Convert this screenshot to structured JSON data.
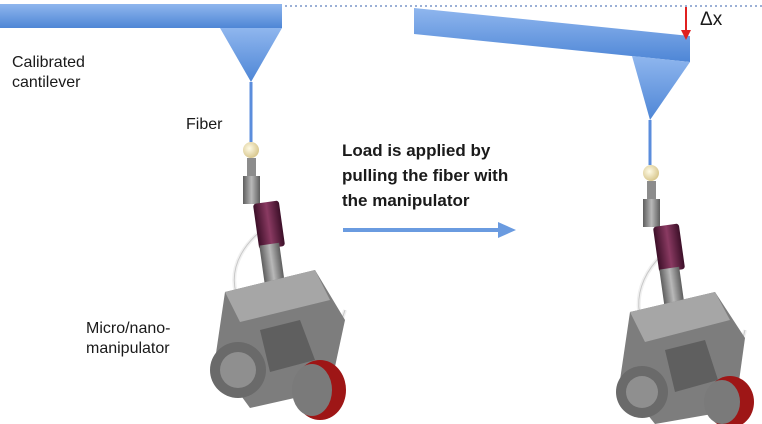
{
  "labels": {
    "calibrated_cantilever_line1": "Calibrated",
    "calibrated_cantilever_line2": "cantilever",
    "fiber": "Fiber",
    "load_line1": "Load is applied by",
    "load_line2": "pulling the fiber with",
    "load_line3": "the manipulator",
    "micro_nano_line1": "Micro/nano-",
    "micro_nano_line2": "manipulator",
    "delta_x": "Δx"
  },
  "colors": {
    "cantilever": "#6a9be0",
    "arrow": "#6a9be0",
    "deflection_arrow": "#e02020",
    "manipulator_body": "#7d7d7d",
    "manipulator_accent": "#6b2a4a",
    "manipulator_wheel": "#b01818"
  }
}
